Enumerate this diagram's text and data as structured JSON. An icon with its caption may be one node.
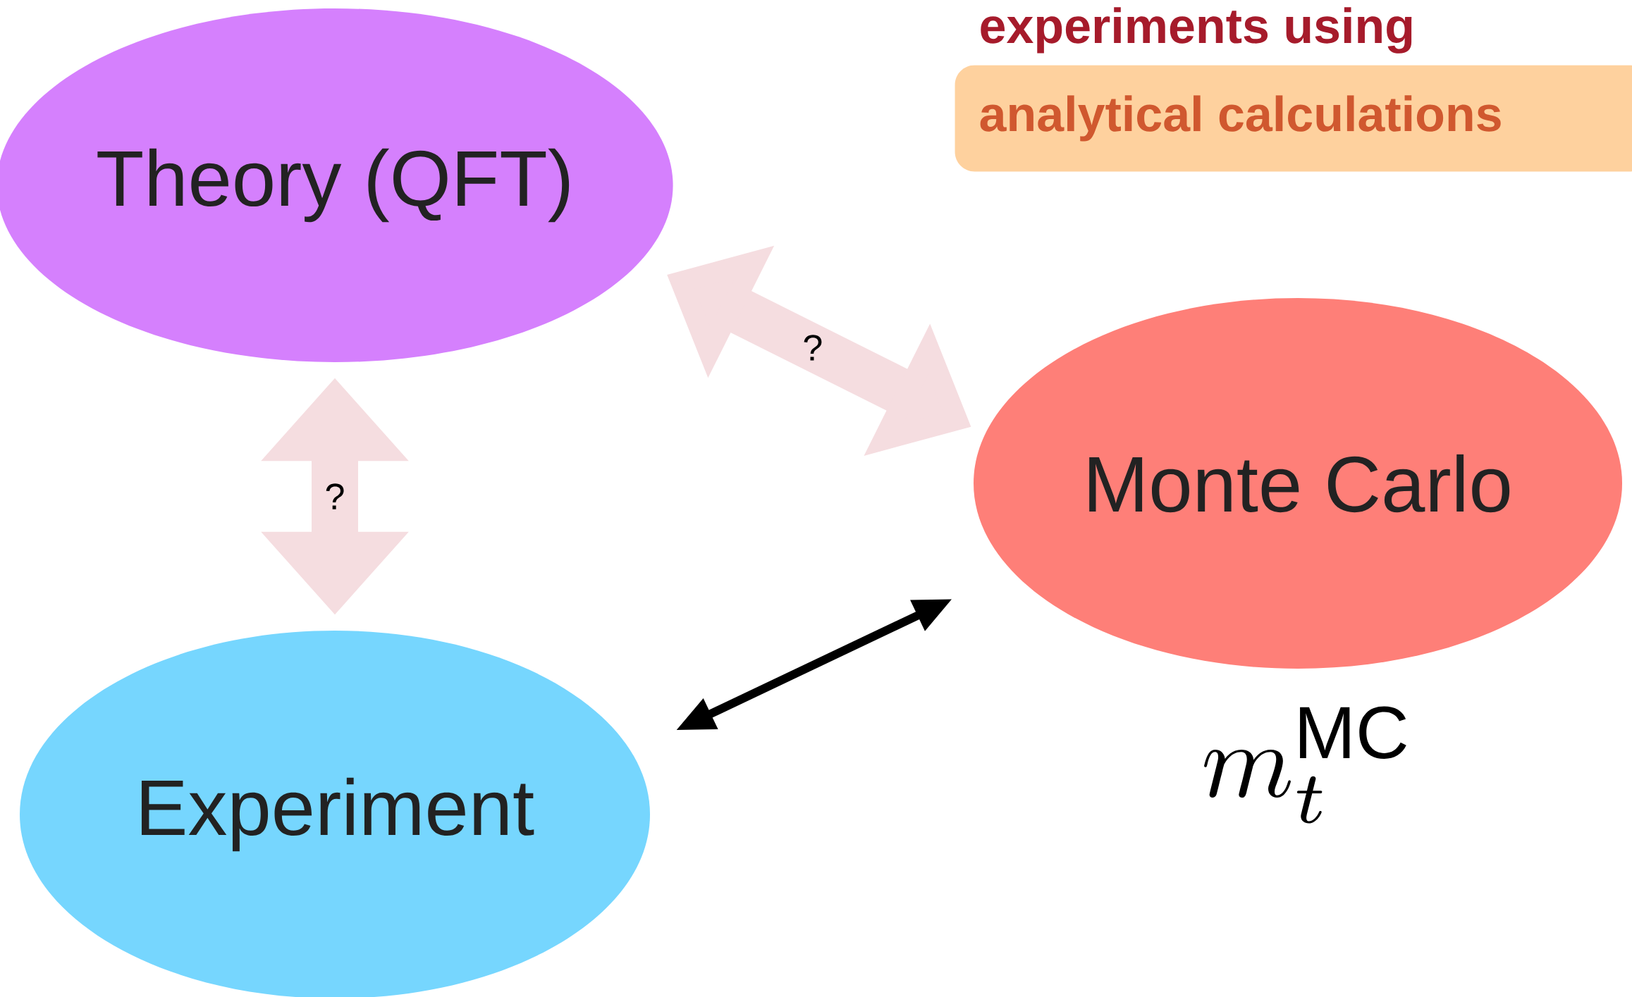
{
  "diagram": {
    "nodes": [
      {
        "text": [
          "Theory (QFT)"
        ]
      },
      {
        "text": [
          "Monte Carlo"
        ]
      },
      {
        "text": [
          "Experiment"
        ]
      },
      {
        "text": [
          "experiments using",
          "analytical calculations"
        ]
      }
    ],
    "edges": [
      {
        "from": 0,
        "to": 2,
        "arrow": "both",
        "label": "?"
      },
      {
        "from": 0,
        "to": 1,
        "arrow": "both",
        "label": "?"
      },
      {
        "from": 2,
        "to": 1,
        "arrow": "both",
        "color": "#000000"
      }
    ],
    "labels": [
      "m_t^{\\mathrm{MC}}"
    ]
  }
}
